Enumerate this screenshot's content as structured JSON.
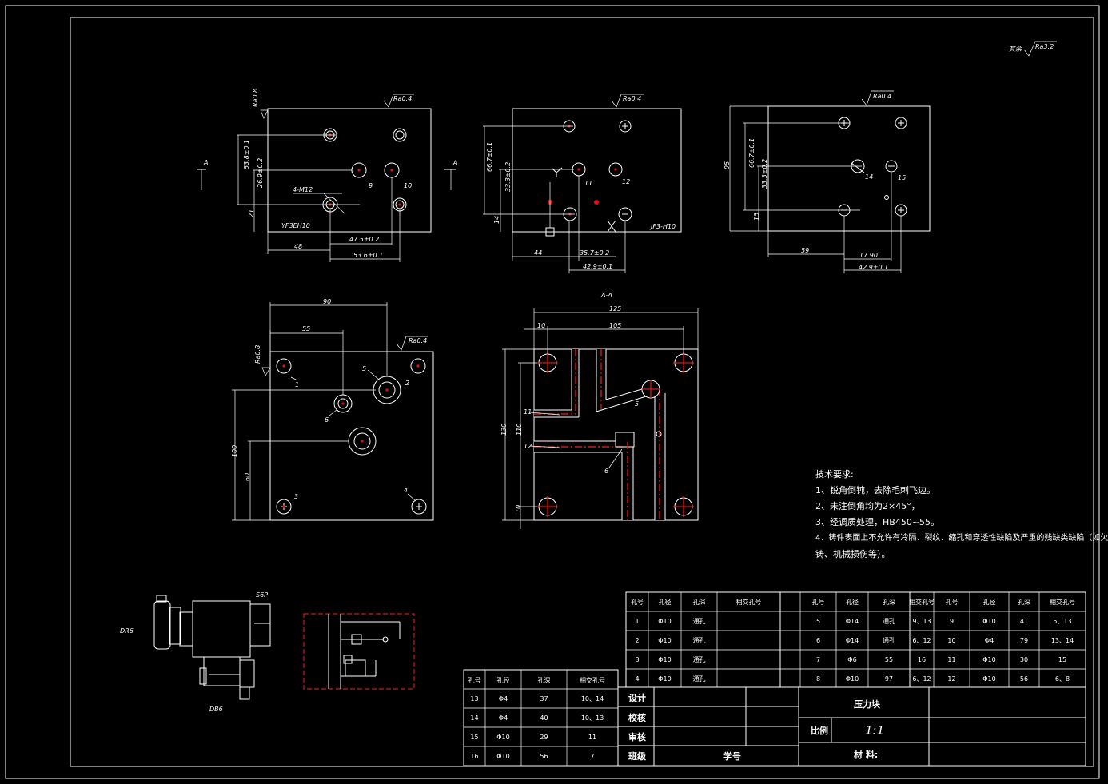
{
  "drawing": {
    "part_name": "压力块",
    "global_roughness": "Ra3.2",
    "global_roughness_prefix": "其余",
    "views": {
      "top": {
        "roughness": "Ra0.4",
        "side_roughness": "Ra0.8",
        "section_mark": "A",
        "dims": [
          "53.8±0.1",
          "26.9±0.2",
          "21",
          "48",
          "47.5±0.2",
          "53.6±0.1"
        ],
        "labels": [
          "4-M12",
          "9",
          "10",
          "YF3EH10"
        ]
      },
      "front": {
        "roughness": "Ra0.4",
        "dims": [
          "66.7±0.1",
          "33.3±0.2",
          "14",
          "44",
          "35.7±0.2",
          "42.9±0.1"
        ],
        "labels": [
          "11",
          "12",
          "JF3-H10"
        ]
      },
      "right": {
        "roughness": "Ra0.4",
        "dims": [
          "95",
          "66.7±0.1",
          "33.3±0.2",
          "15",
          "59",
          "17.90",
          "42.9±0.1"
        ],
        "labels": [
          "14",
          "15"
        ]
      },
      "side": {
        "roughness": "Ra0.4",
        "side_roughness": "Ra0.8",
        "dims": [
          "90",
          "55",
          "100",
          "60"
        ],
        "labels": [
          "1",
          "2",
          "3",
          "4",
          "5",
          "6"
        ]
      },
      "section": {
        "title": "A-A",
        "dims": [
          "125",
          "105",
          "10",
          "130",
          "110",
          "10"
        ],
        "labels": [
          "11",
          "12",
          "5",
          "6"
        ]
      }
    },
    "assembly_labels": [
      "S6P",
      "DR6",
      "DB6"
    ]
  },
  "notes": {
    "title": "技术要求:",
    "items": [
      "1、锐角倒钝，去除毛刺飞边。",
      "2、未注倒角均为2×45°，",
      "3、经调质处理，HB450~55。",
      "4、铸件表面上不允许有冷隔、裂纹、缩孔和穿透性缺陷及严重的残缺类缺陷（如欠",
      "铸、机械损伤等）。"
    ]
  },
  "hole_table_headers": [
    "孔号",
    "孔径",
    "孔深",
    "相交孔号"
  ],
  "hole_table_main": [
    [
      "1",
      "Φ10",
      "通孔",
      "",
      "5",
      "Φ14",
      "通孔",
      "9、13",
      "9",
      "Φ10",
      "41",
      "5、13"
    ],
    [
      "2",
      "Φ10",
      "通孔",
      "",
      "6",
      "Φ14",
      "通孔",
      "6、12",
      "10",
      "Φ4",
      "79",
      "13、14"
    ],
    [
      "3",
      "Φ10",
      "通孔",
      "",
      "7",
      "Φ6",
      "55",
      "16",
      "11",
      "Φ10",
      "30",
      "15"
    ],
    [
      "4",
      "Φ10",
      "通孔",
      "",
      "8",
      "Φ10",
      "97",
      "6、12",
      "12",
      "Φ10",
      "56",
      "6、8"
    ]
  ],
  "hole_table_small": [
    [
      "13",
      "Φ4",
      "37",
      "10、14"
    ],
    [
      "14",
      "Φ4",
      "40",
      "10、13"
    ],
    [
      "15",
      "Φ10",
      "29",
      "11"
    ],
    [
      "16",
      "Φ10",
      "56",
      "7"
    ]
  ],
  "title_block": {
    "rows": [
      "设计",
      "校核",
      "审核",
      "班级"
    ],
    "student_label": "学号",
    "name": "压力块",
    "scale_label": "比例",
    "scale": "1:1",
    "material_label": "材 料:"
  }
}
